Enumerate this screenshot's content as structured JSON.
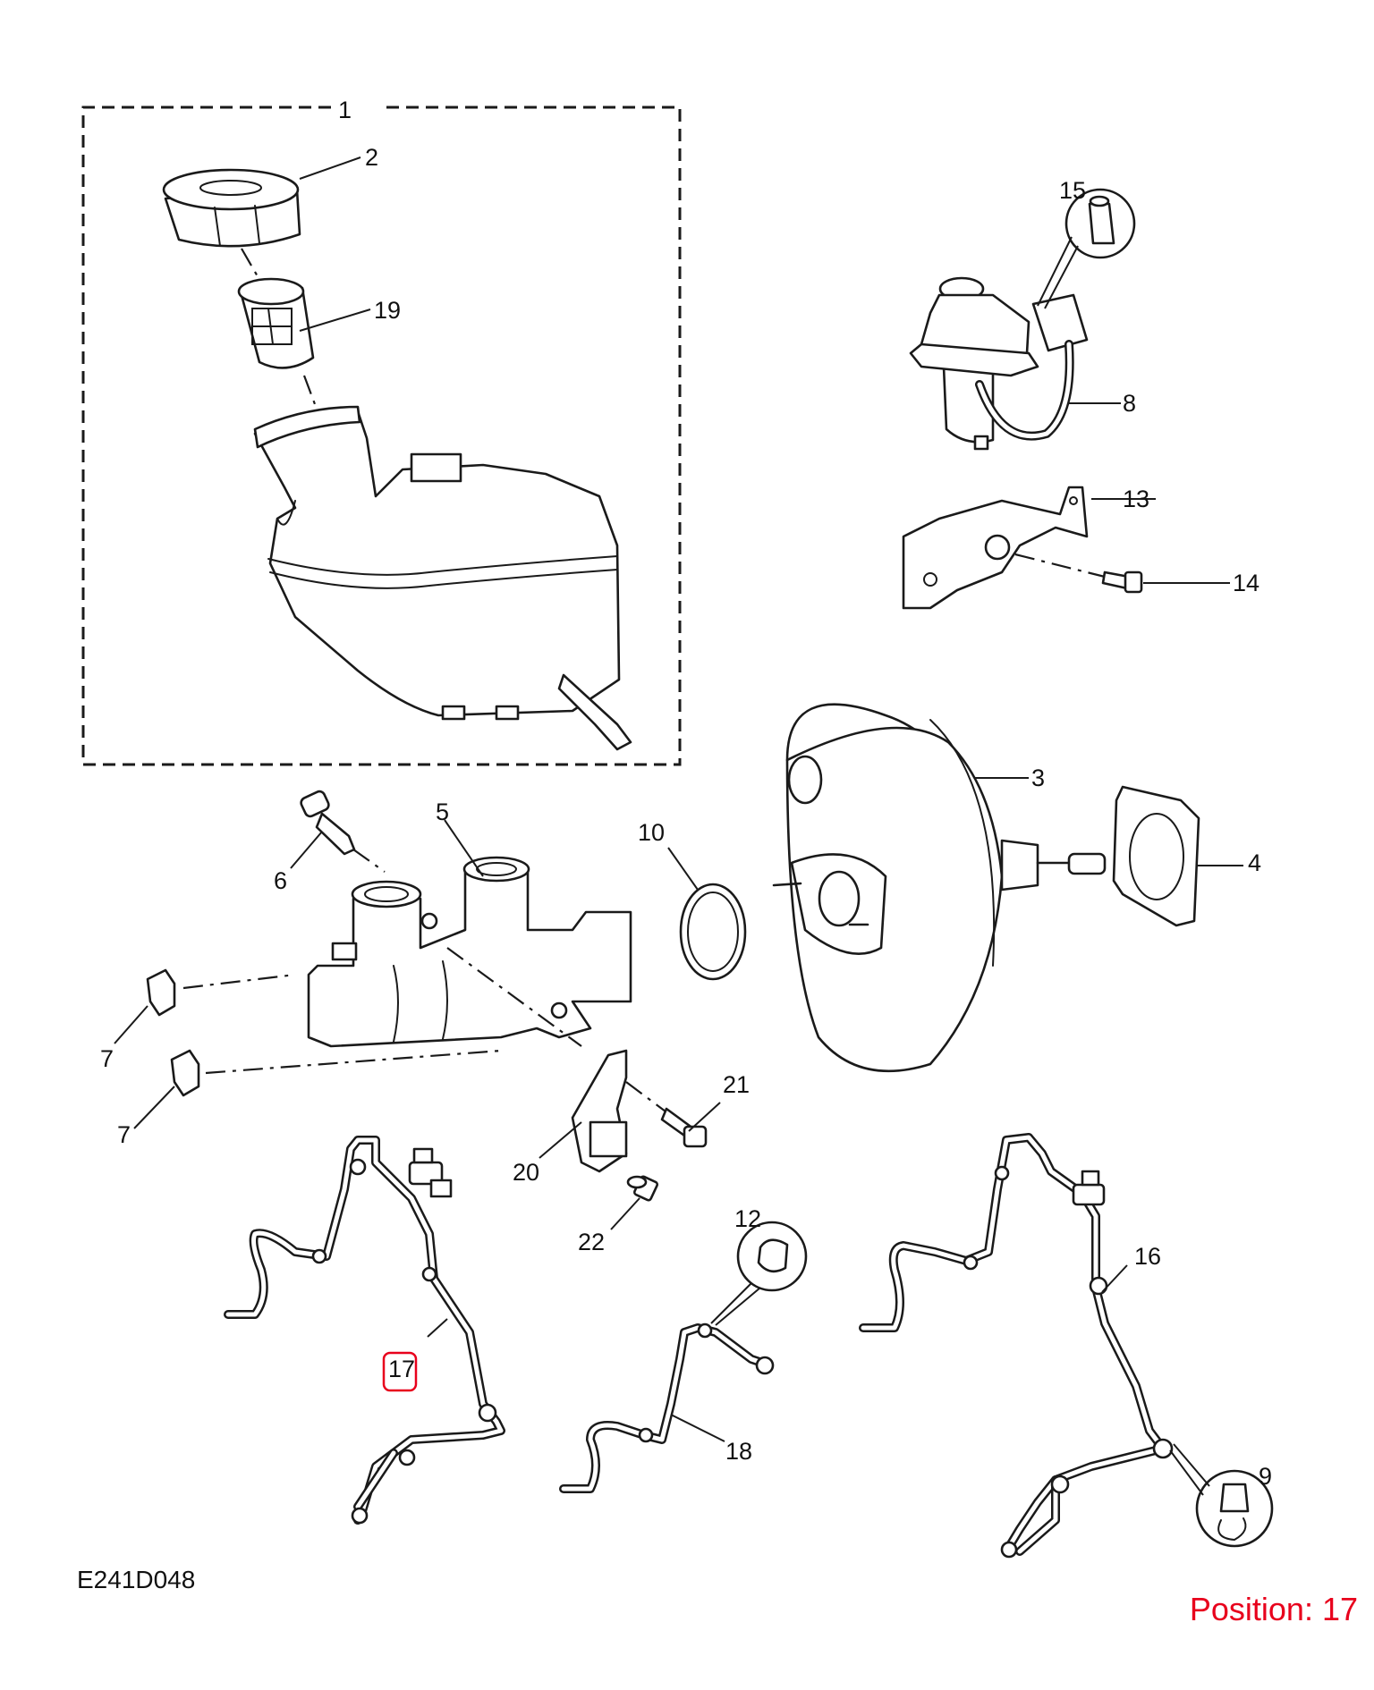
{
  "diagram": {
    "code": "E241D048",
    "position_label": "Position: 17",
    "highlight_color": "#e8001c",
    "selected_callout": "17",
    "callouts": [
      "1",
      "2",
      "3",
      "4",
      "5",
      "6",
      "7",
      "7",
      "8",
      "9",
      "10",
      "12",
      "13",
      "14",
      "15",
      "16",
      "17",
      "18",
      "19",
      "20",
      "21",
      "22"
    ]
  }
}
